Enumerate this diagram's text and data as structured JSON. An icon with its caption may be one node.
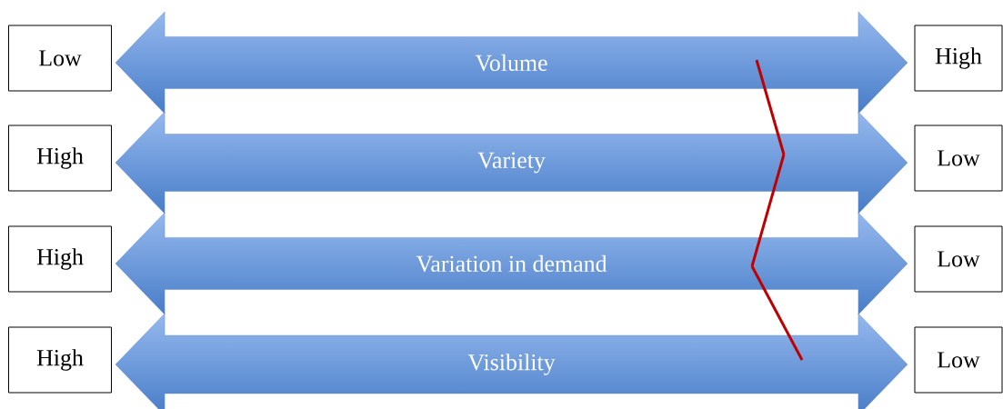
{
  "diagram": {
    "nodes": [
      {
        "text": [
          "Low"
        ]
      },
      {
        "text": [
          "Volume"
        ]
      },
      {
        "text": [
          "High"
        ]
      },
      {
        "text": [
          "High"
        ]
      },
      {
        "text": [
          "Variety"
        ]
      },
      {
        "text": [
          "Low"
        ]
      },
      {
        "text": [
          "High"
        ]
      },
      {
        "text": [
          "Variation in demand"
        ]
      },
      {
        "text": [
          "Low"
        ]
      },
      {
        "text": [
          "High"
        ]
      },
      {
        "text": [
          "Visibility"
        ]
      },
      {
        "text": [
          "Low"
        ]
      }
    ],
    "edges": [
      {
        "from": 1,
        "to": 4,
        "arrow": "none",
        "color": "#c00000"
      },
      {
        "from": 4,
        "to": 7,
        "arrow": "none",
        "color": "#c00000"
      },
      {
        "from": 7,
        "to": 10,
        "arrow": "none",
        "color": "#c00000"
      }
    ]
  }
}
